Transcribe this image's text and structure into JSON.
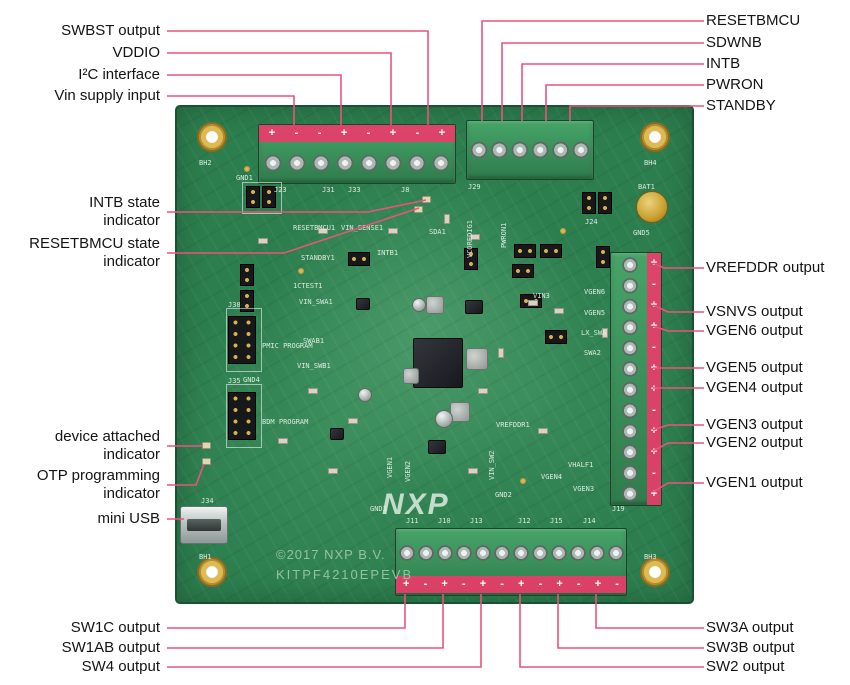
{
  "colors": {
    "leader_line": "#e9547c",
    "board_green": "#2c7e4e",
    "highlight_strip": "#e93c69",
    "terminal_green": "#3f9e62"
  },
  "callouts": {
    "top_left": [
      "SWBST output",
      "VDDIO",
      "I²C interface",
      "Vin supply input"
    ],
    "top_right": [
      "RESETBMCU",
      "SDWNB",
      "INTB",
      "PWRON",
      "STANDBY"
    ],
    "left_mid": [
      "INTB state indicator",
      "RESETBMCU state indicator"
    ],
    "left_low": [
      "device attached indicator",
      "OTP programming indicator",
      "mini USB"
    ],
    "right": [
      "VREFDDR output",
      "VSNVS output",
      "VGEN6 output",
      "VGEN5 output",
      "VGEN4 output",
      "VGEN3 output",
      "VGEN2 output",
      "VGEN1 output"
    ],
    "bottom_left": [
      "SW1C output",
      "SW1AB output",
      "SW4 output"
    ],
    "bottom_right": [
      "SW3A output",
      "SW3B output",
      "SW2 output"
    ]
  },
  "board": {
    "logo": "NXP",
    "copyright": "©2017 NXP B.V.",
    "model": "KITPF4210EPEVB"
  },
  "strips": {
    "top_left_signs": "+--+-+-+",
    "right_signs": "+-++-++-++-+",
    "bottom_signs": "+-+-+-+-+-+-"
  },
  "silkscreen": [
    "GND1",
    "J23",
    "J31",
    "J33",
    "J8",
    "J29",
    "J24",
    "RESETBMCU1",
    "VIN_SENSE1",
    "SDA1",
    "VCOREDIG1",
    "PWRON1",
    "STANDBY1",
    "INTB1",
    "1CTEST1",
    "VIN_SWA1",
    "SWAB1",
    "VIN_SWB1",
    "GND4",
    "J38",
    "PMIC PROGRAM",
    "J35",
    "BDM PROGRAM",
    "VIN3",
    "VGEN6",
    "VGEN5",
    "LX_SWA",
    "SWA2",
    "VREFDDR1",
    "VHALF1",
    "VGEN4",
    "VGEN3",
    "GND2",
    "GND3",
    "VGEN1",
    "VGEN2",
    "J11",
    "J10",
    "J13",
    "J12",
    "J15",
    "J14",
    "BH2",
    "BH4",
    "BH1",
    "BH3",
    "BAT1",
    "GND5",
    "J19",
    "J34",
    "VIN_SW2"
  ]
}
